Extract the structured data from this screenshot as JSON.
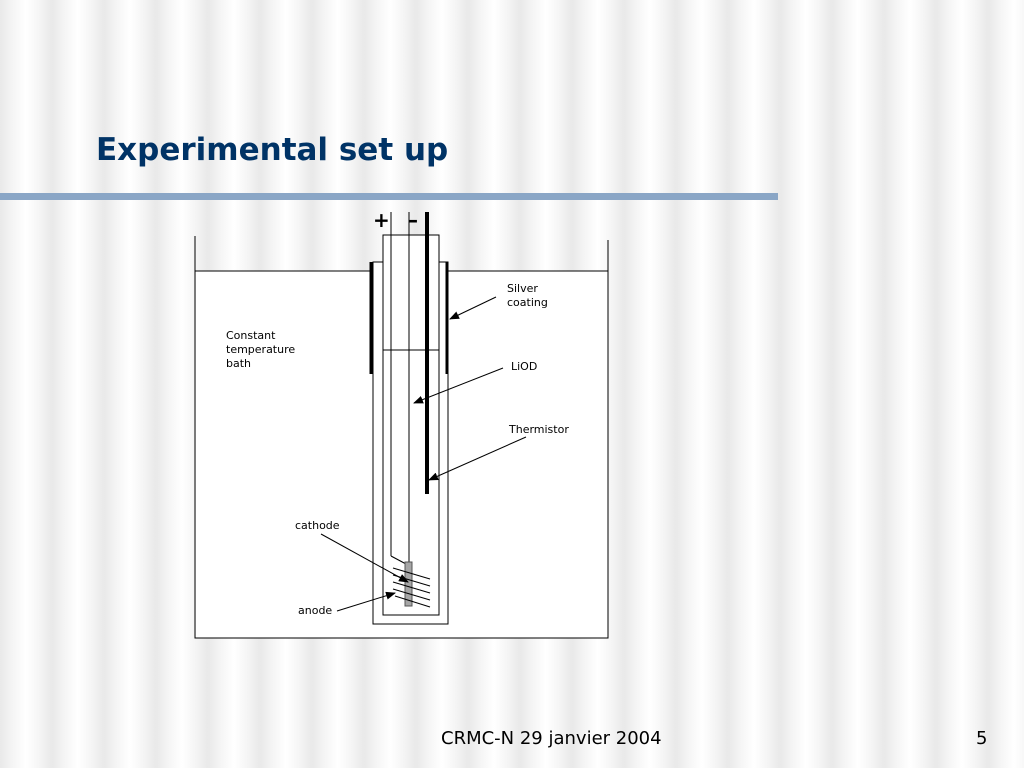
{
  "slide": {
    "title": "Experimental set up",
    "footer": "CRMC-N 29 janvier 2004",
    "page_number": "5"
  },
  "diagram": {
    "plus_sign": "+",
    "minus_sign": "–",
    "labels": {
      "silver_line1": "Silver",
      "silver_line2": "coating",
      "bath_line1": "Constant",
      "bath_line2": "temperature",
      "bath_line3": "bath",
      "liod": "LiOD",
      "thermistor": "Thermistor",
      "cathode": "cathode",
      "anode": "anode"
    }
  }
}
